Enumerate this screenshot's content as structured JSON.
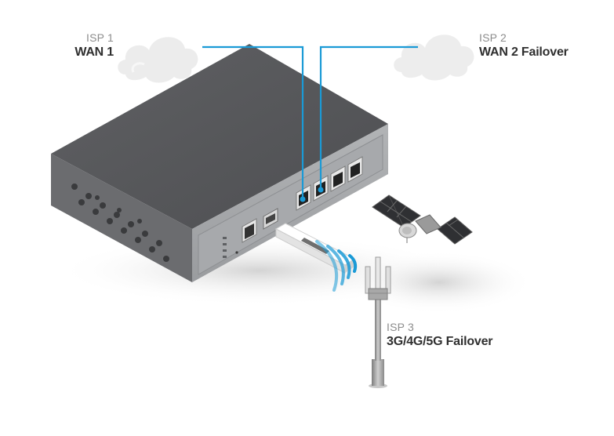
{
  "isp1": {
    "sub": "ISP 1",
    "main": "WAN 1"
  },
  "isp2": {
    "sub": "ISP 2",
    "main": "WAN 2 Failover"
  },
  "isp3": {
    "sub": "ISP 3",
    "main": "3G/4G/5G Failover"
  },
  "colors": {
    "cable": "#1a9ad6",
    "signal": "#1a9ad6",
    "router_top": "#5a5a5c",
    "router_front": "#9d9fa2",
    "router_side": "#6f7073",
    "cloud": "#eeeeee"
  },
  "icons": [
    "cloud-icon",
    "router-icon",
    "satellite-icon",
    "cell-tower-icon",
    "usb-modem-icon",
    "wifi-signal-icon"
  ]
}
